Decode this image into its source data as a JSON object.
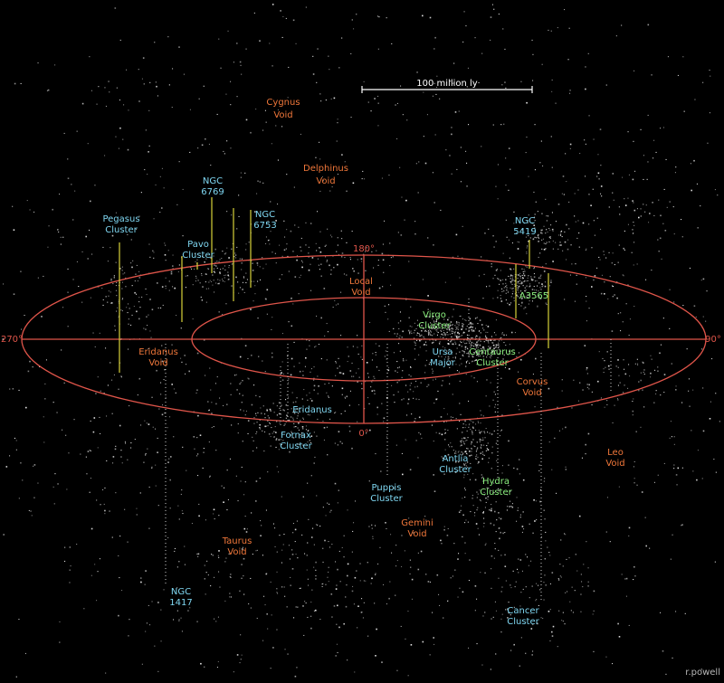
{
  "colors": {
    "background": "#000000",
    "ellipse": "#e0554a",
    "stars": "#e8e8e8",
    "void_label": "#f0773a",
    "cluster_label_cyan": "#7fd7f2",
    "cluster_label_green": "#8cf07f",
    "marker_yellow": "#d7d23a",
    "scale_bar": "#ffffff",
    "credit": "#b8b8b8"
  },
  "scale_bar": {
    "label": "100 million ly"
  },
  "angles": {
    "a180": "180°",
    "a90": "90°",
    "a270": "270°",
    "a0": "0°"
  },
  "credit": "r.powell",
  "labels": {
    "cygnus_void": [
      "Cygnus",
      "Void"
    ],
    "delphinus_void": [
      "Delphinus",
      "Void"
    ],
    "ngc_6769": [
      "NGC",
      "6769"
    ],
    "ngc_6753": [
      "NGC",
      "6753"
    ],
    "pegasus_cluster": [
      "Pegasus",
      "Cluster"
    ],
    "pavo_cluster": [
      "Pavo",
      "Cluster"
    ],
    "ngc_5419": [
      "NGC",
      "5419"
    ],
    "local_void": [
      "Local",
      "Void"
    ],
    "a3565": [
      "A3565"
    ],
    "virgo_cluster": [
      "Virgo",
      "Cluster"
    ],
    "ursa_major": [
      "Ursa",
      "Major"
    ],
    "centaurus_cluster": [
      "Centaurus",
      "Cluster"
    ],
    "eridanus_void": [
      "Eridanus",
      "Void"
    ],
    "corvus_void": [
      "Corvus",
      "Void"
    ],
    "eridanus": [
      "Eridanus"
    ],
    "fornax_cluster": [
      "Fornax",
      "Cluster"
    ],
    "leo_void": [
      "Leo",
      "Void"
    ],
    "antlia_cluster": [
      "Antlia",
      "Cluster"
    ],
    "hydra_cluster": [
      "Hydra",
      "Cluster"
    ],
    "puppis_cluster": [
      "Puppis",
      "Cluster"
    ],
    "gemini_void": [
      "Gemini",
      "Void"
    ],
    "taurus_void": [
      "Taurus",
      "Void"
    ],
    "ngc_1417": [
      "NGC",
      "1417"
    ],
    "cancer_cluster": [
      "Cancer",
      "Cluster"
    ]
  }
}
